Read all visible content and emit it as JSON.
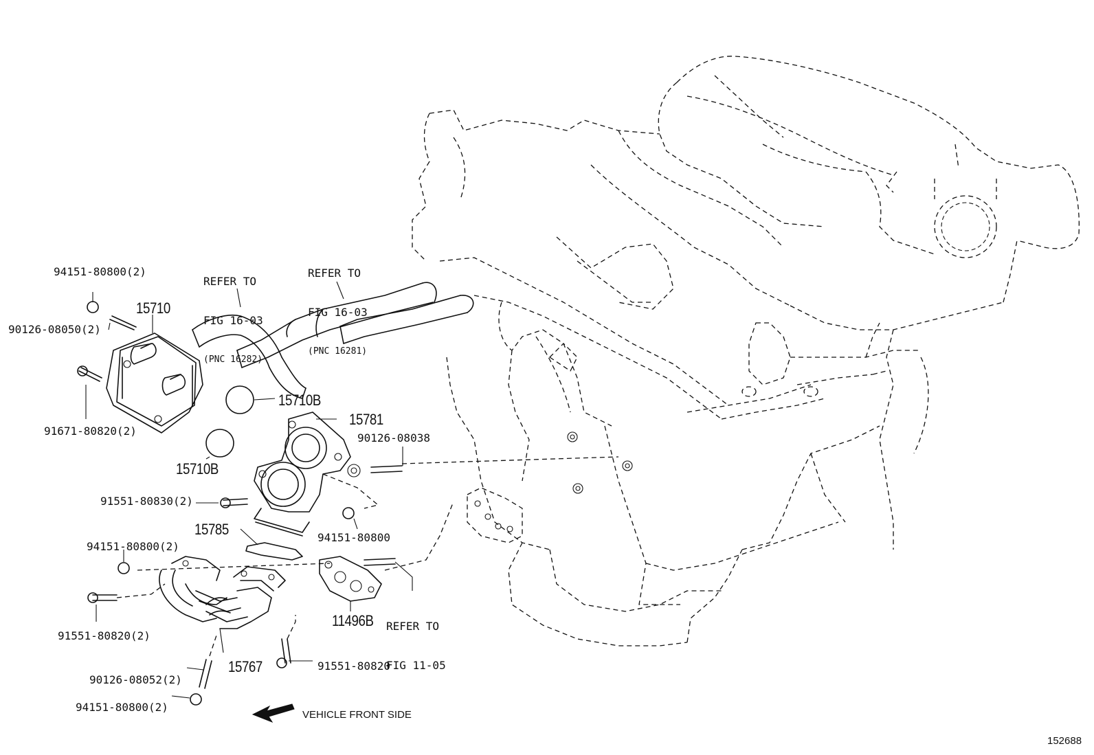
{
  "figure_id": "152688",
  "orientation_note": "VEHICLE FRONT SIDE",
  "refer_top_left": {
    "line1": "REFER TO",
    "line2": "FIG 16-03",
    "line3": "(PNC 16282)"
  },
  "refer_top_right": {
    "line1": "REFER TO",
    "line2": "FIG 16-03",
    "line3": "(PNC 16281)"
  },
  "refer_bottom": {
    "line1": "REFER TO",
    "line2": "FIG 11-05"
  },
  "part_labels": {
    "p15710": "15710",
    "p15710B_a": "15710B",
    "p15710B_b": "15710B",
    "p15781": "15781",
    "p15785": "15785",
    "p15767": "15767",
    "p11496B": "11496B"
  },
  "hardware_labels": {
    "h94151_top": "94151-80800(2)",
    "h90126_08050": "90126-08050(2)",
    "h91671": "91671-80820(2)",
    "h90126_08038": "90126-08038",
    "h91551_80830": "91551-80830(2)",
    "h94151_mid": "94151-80800",
    "h94151_low": "94151-80800(2)",
    "h91551_80820_2": "91551-80820(2)",
    "h91551_80820": "91551-80820",
    "h90126_08052": "90126-08052(2)",
    "h94151_bottom": "94151-80800(2)"
  }
}
